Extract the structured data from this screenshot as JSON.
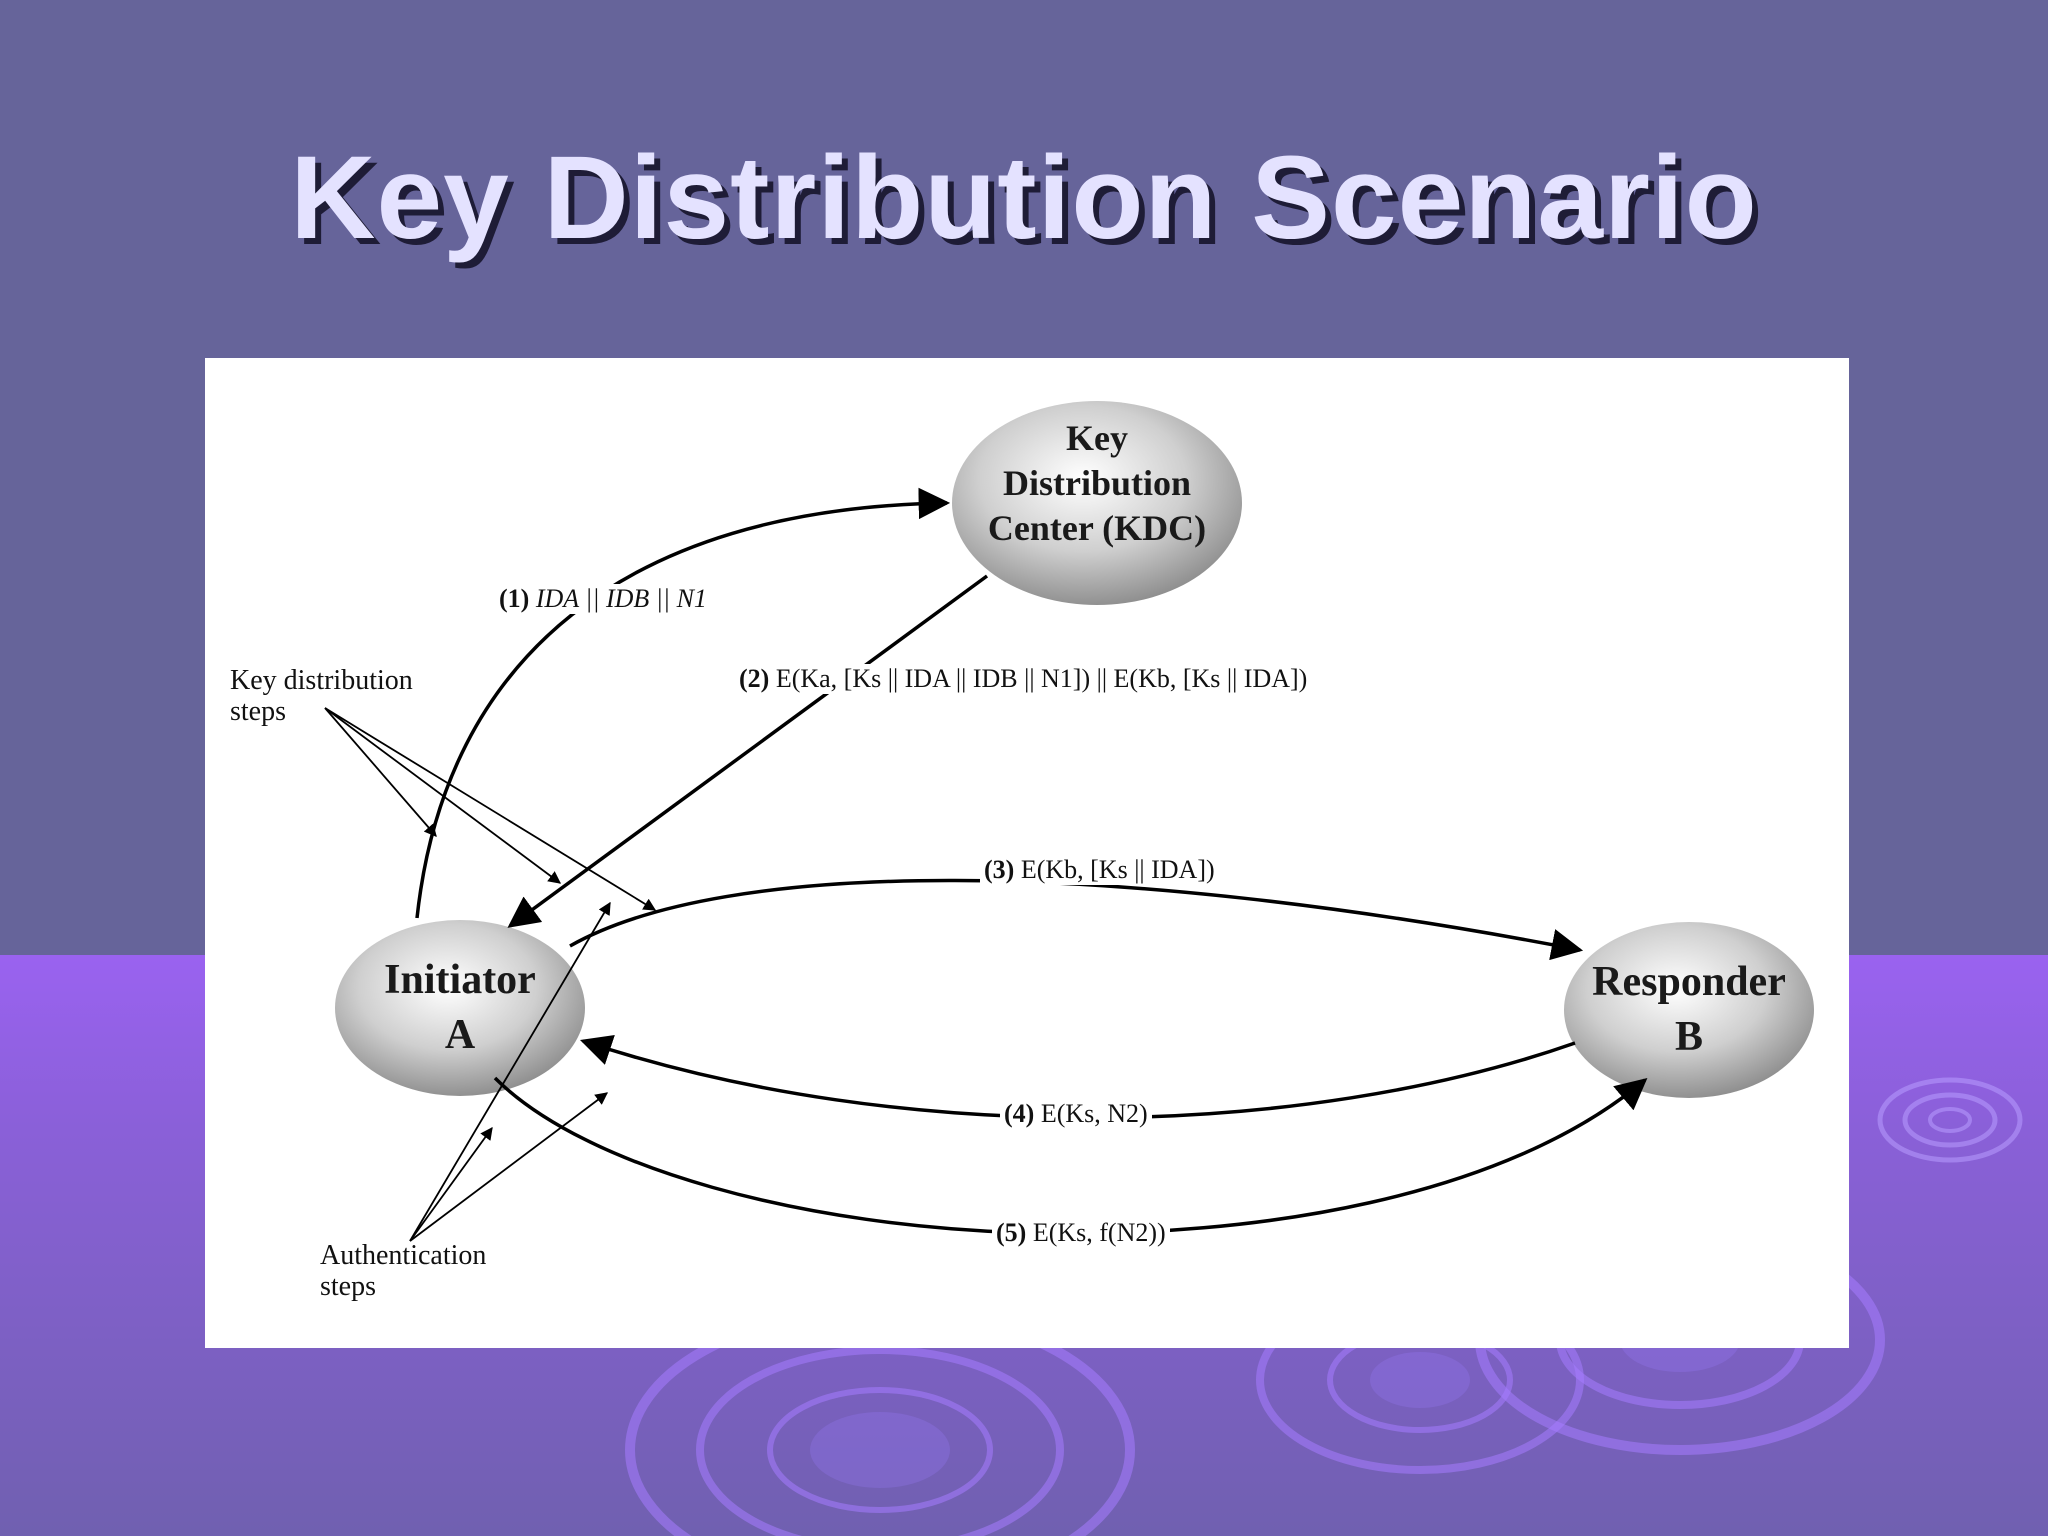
{
  "slide": {
    "title": "Key Distribution Scenario",
    "colors": {
      "background_top": "#66649a",
      "background_bottom": "#9a62f0",
      "title": "#e4e2ff"
    }
  },
  "diagram": {
    "nodes": {
      "kdc": {
        "line1": "Key",
        "line2": "Distribution",
        "line3": "Center (KDC)"
      },
      "initiator": {
        "line1": "Initiator",
        "line2": "A"
      },
      "responder": {
        "line1": "Responder",
        "line2": "B"
      }
    },
    "messages": [
      {
        "num": "(1)",
        "text": "IDA || IDB || N1"
      },
      {
        "num": "(2)",
        "text": "E(Ka, [Ks || IDA || IDB || N1]) || E(Kb, [Ks || IDA])"
      },
      {
        "num": "(3)",
        "text": "E(Kb, [Ks || IDA])"
      },
      {
        "num": "(4)",
        "text": "E(Ks, N2)"
      },
      {
        "num": "(5)",
        "text": "E(Ks, f(N2))"
      }
    ],
    "annotations": {
      "key_distribution": {
        "line1": "Key distribution",
        "line2": "steps"
      },
      "authentication": {
        "line1": "Authentication",
        "line2": "steps"
      }
    }
  }
}
